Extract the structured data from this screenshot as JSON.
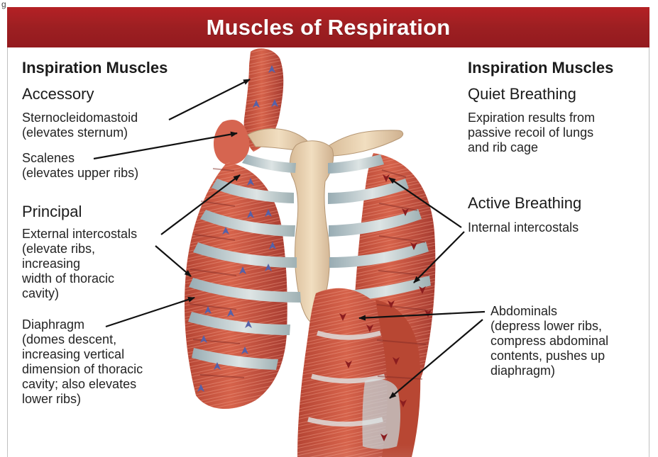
{
  "corner_mark": "g",
  "title": "Muscles of Respiration",
  "left": {
    "inspiration_heading": "Inspiration Muscles",
    "accessory_heading": "Accessory",
    "sternocleidomastoid": "Sternocleidomastoid\n(elevates sternum)",
    "scalenes": "Scalenes\n(elevates upper ribs)",
    "principal_heading": "Principal",
    "external_intercostals": "External intercostals\n(elevate ribs,\nincreasing\nwidth of thoracic\ncavity)",
    "diaphragm": "Diaphragm\n(domes descent,\nincreasing vertical\ndimension of thoracic\ncavity; also elevates\nlower ribs)"
  },
  "right": {
    "inspiration_heading": "Inspiration Muscles",
    "quiet_heading": "Quiet Breathing",
    "quiet_text": "Expiration results from\npassive recoil of lungs\nand rib cage",
    "active_heading": "Active Breathing",
    "internal_intercostals": "Internal intercostals",
    "abdominals": "Abdominals\n(depress lower ribs,\ncompress abdominal\ncontents, pushes up\ndiaphragm)"
  },
  "colors": {
    "title_bar": "#9d1f22",
    "muscle": "#c8513d",
    "muscle_dark": "#8d2b25",
    "bone": "#e8d2b4",
    "cartilage": "#b8c5c9",
    "arrow": "#111111",
    "blue_arrow": "#5561a8",
    "red_arrow": "#8b1d1f"
  },
  "icons": {
    "leader_arrow": "arrow-icon",
    "upward_marker": "blue-upward-arrow-marker",
    "downward_marker": "red-downward-arrow-marker"
  }
}
